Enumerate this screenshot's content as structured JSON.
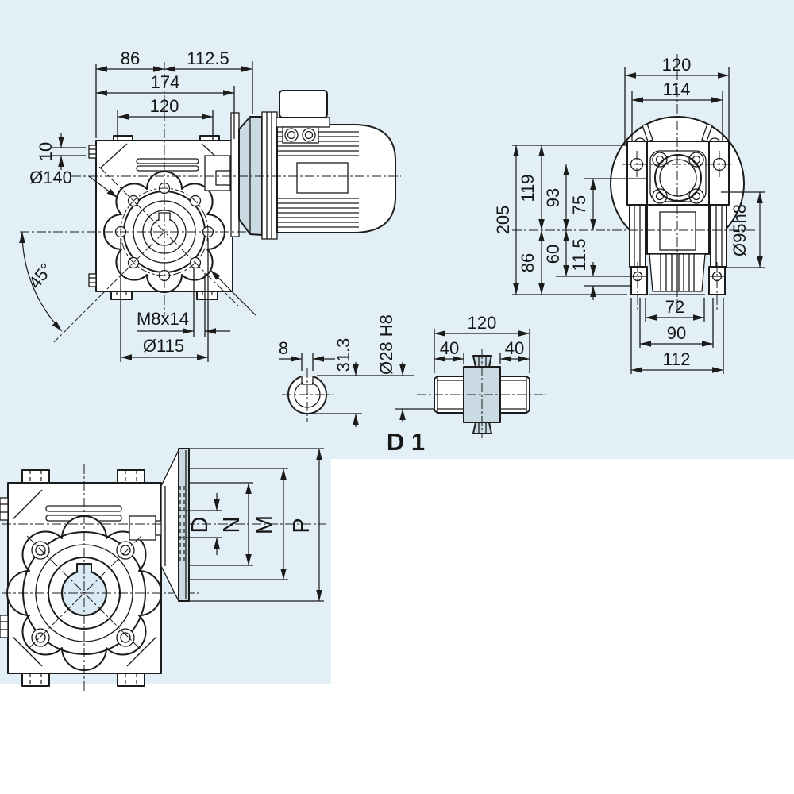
{
  "drawing_type": "worm-gear-reducer-dimension-drawing",
  "colors": {
    "background": "#e2eff7",
    "part_shade": "#c9dae3",
    "bore_fill": "#d9eaf4",
    "line": "#1b1b1b"
  },
  "views": {
    "front": {
      "dims": {
        "width_86": "86",
        "width_112_5": "112.5",
        "width_174": "174",
        "width_120": "120",
        "tab_10": "10",
        "dia_140": "Ø140",
        "angle_45": "45°",
        "thread_m8x14": "M8x14",
        "bolt_circle_115": "Ø115"
      }
    },
    "side": {
      "dims": {
        "top_120": "120",
        "top_114": "114",
        "height_205": "205",
        "height_119": "119",
        "height_93": "93",
        "height_75": "75",
        "height_86": "86",
        "height_60": "60",
        "height_11_5": "11.5",
        "spigot_95": "Ø95h8",
        "bottom_72": "72",
        "bottom_90": "90",
        "bottom_112": "112"
      }
    },
    "shaft": {
      "label": "D 1",
      "dims": {
        "key_width_8": "8",
        "key_depth_31_3": "31.3",
        "bore_28": "Ø28 H8",
        "length_120": "120",
        "end_40_left": "40",
        "end_40_right": "40"
      }
    },
    "flange": {
      "dims": {
        "pilot_d": "D",
        "spigot_n": "N",
        "bolt_circle_m": "M",
        "outer_p": "P"
      }
    }
  }
}
